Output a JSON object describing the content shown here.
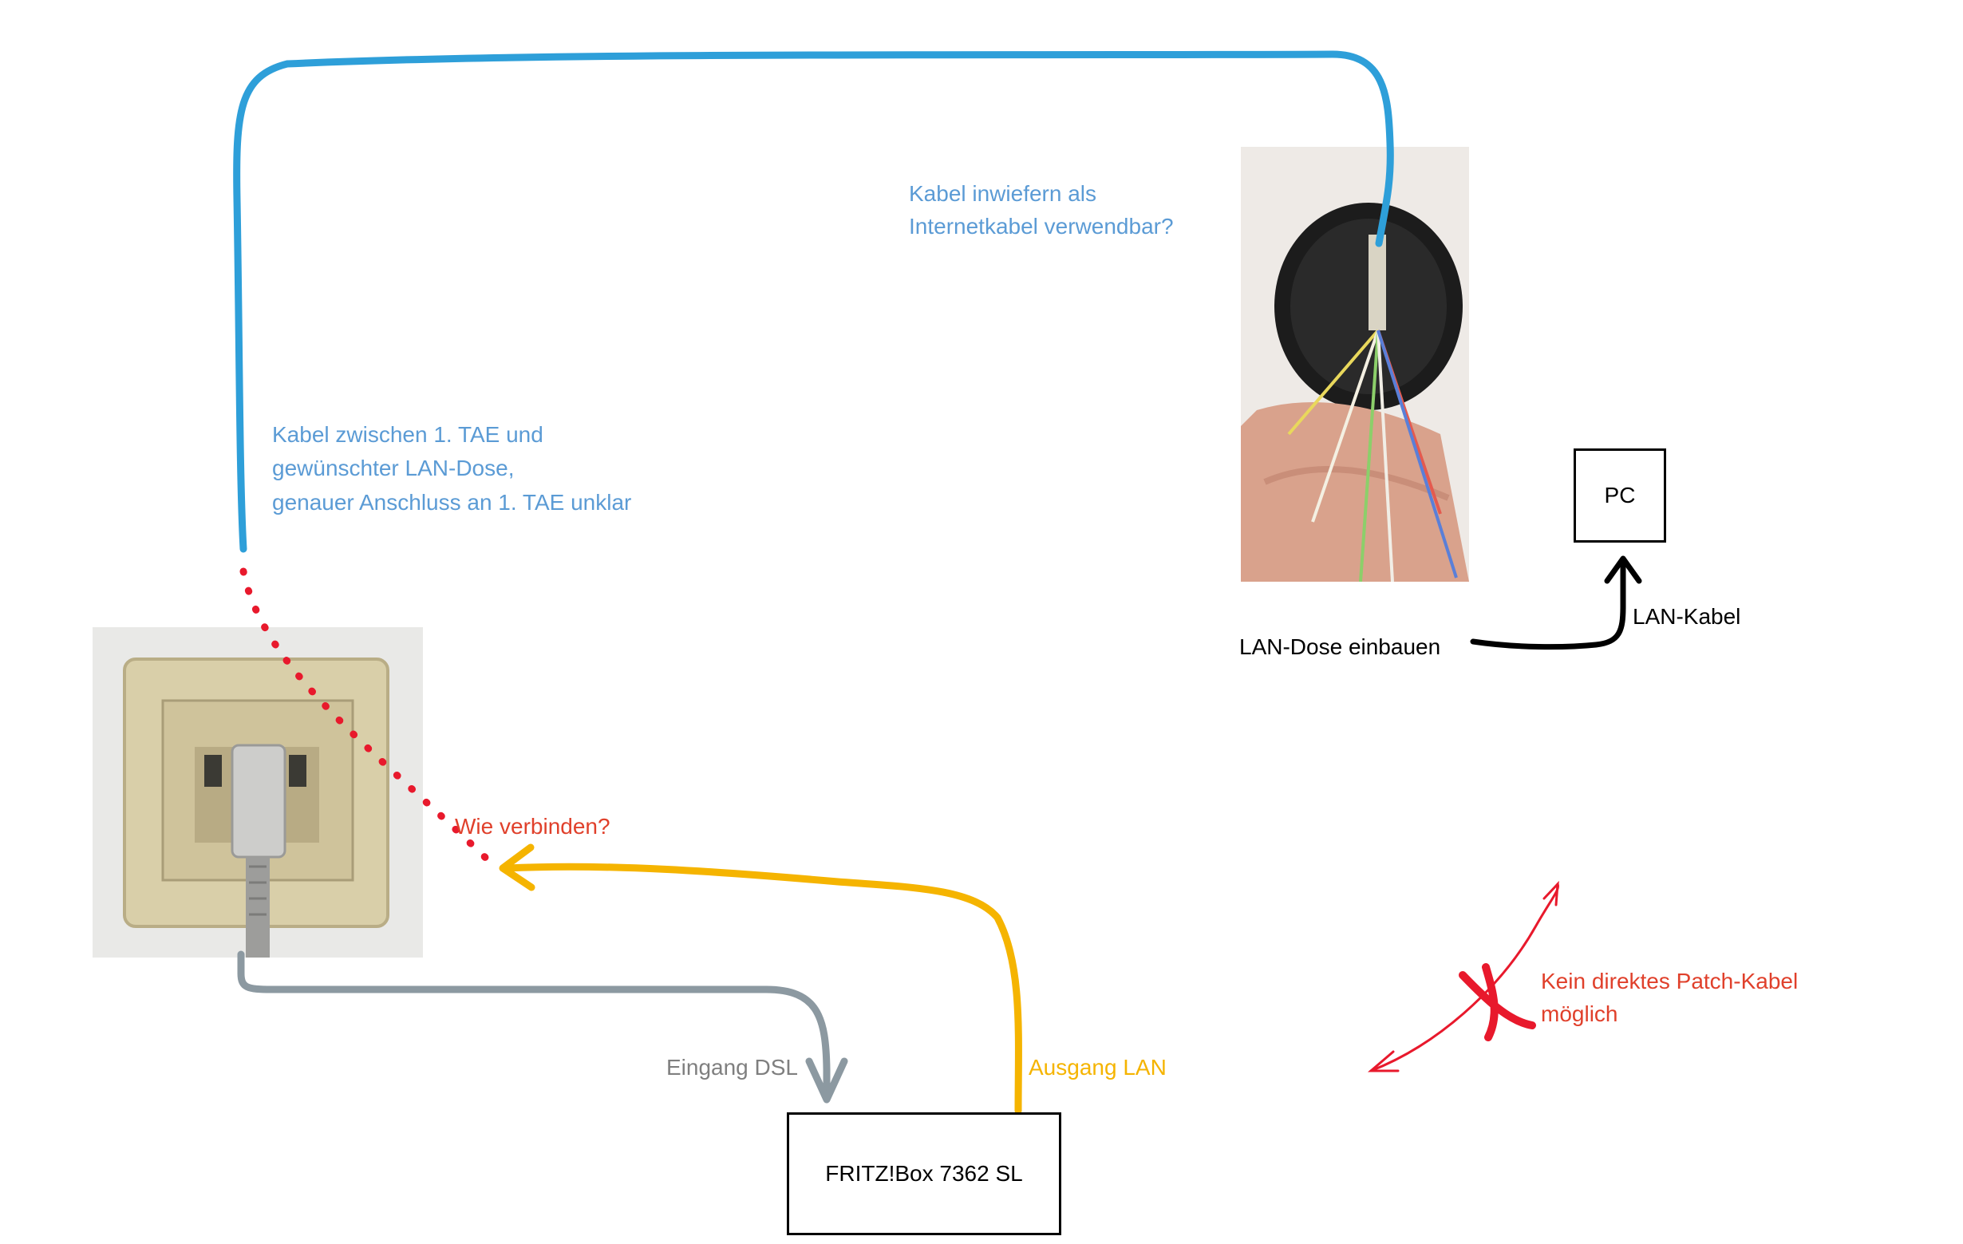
{
  "labels": {
    "cable_question": [
      "Kabel inwiefern als",
      "Internetkabel verwendbar?"
    ],
    "cable_between": [
      "Kabel zwischen 1. TAE und",
      "gewünschter LAN-Dose,",
      "genauer Anschluss an 1. TAE unklar"
    ],
    "how_connect": "Wie verbinden?",
    "input_dsl": "Eingang DSL",
    "output_lan": "Ausgang LAN",
    "no_patch": [
      "Kein direktes Patch-Kabel",
      "möglich"
    ],
    "install_lan": "LAN-Dose einbauen",
    "lan_cable": "LAN-Kabel"
  },
  "boxes": {
    "pc": "PC",
    "fritzbox": "FRITZ!Box 7362 SL"
  },
  "photos": {
    "tae_socket": "TAE wall socket photo",
    "wall_cables": "flush-mounted box with wires photo"
  },
  "colors": {
    "blue_cable": "#2e9fd9",
    "dotted_link": "#e8192c",
    "dsl_cable": "#8c99a1",
    "lan_cable": "#f5b400",
    "patch_cross": "#e8192c",
    "label_blue": "#5b9bd5",
    "label_red": "#e0402b"
  }
}
